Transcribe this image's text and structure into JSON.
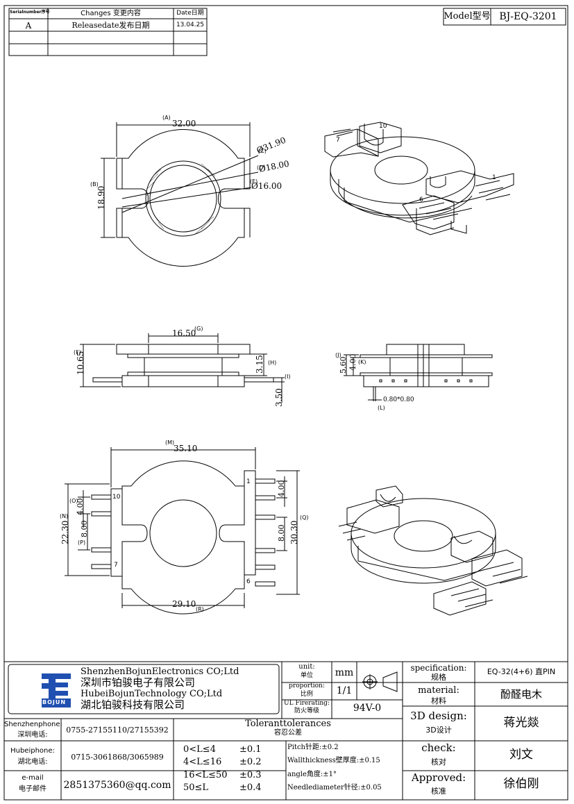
{
  "revision_table": {
    "headers": {
      "serial": "Serialnumber序号",
      "changes": "Changes 变更内容",
      "date": "Date日期"
    },
    "rows": [
      {
        "serial": "A",
        "changes": "Releasedate发布日期",
        "date": "13.04.25"
      },
      {
        "serial": "",
        "changes": "",
        "date": ""
      },
      {
        "serial": "",
        "changes": "",
        "date": ""
      }
    ]
  },
  "model": {
    "label": "Model型号",
    "value": "BJ-EQ-3201"
  },
  "dims_top": {
    "width_a": "32.00",
    "tag_a": "(A)",
    "dia_c": "Ø31.90",
    "tag_c": "(C)",
    "dia_d": "Ø18.00",
    "tag_d": "(D)",
    "dia_e": "Ø16.00",
    "tag_e": "(E)",
    "height_b": "18.90",
    "tag_b": "(B)"
  },
  "dims_side": {
    "g": "16.50",
    "tag_g": "(G)",
    "f": "10.65",
    "tag_f": "(F)",
    "h": "3.15",
    "tag_h": "(H)",
    "i": "3.50",
    "tag_i": "(I)"
  },
  "dims_end": {
    "j": "5.60",
    "tag_j": "(J)",
    "k": "4.00",
    "tag_k": "(K)",
    "l": "0.80*0.80",
    "tag_l": "(L)"
  },
  "dims_bottom": {
    "m": "35.10",
    "tag_m": "(M)",
    "n": "22.30",
    "tag_n": "(N)",
    "o": "4.00",
    "tag_o": "(O)",
    "p": "8.00",
    "tag_p": "(P)",
    "q": "30.30",
    "tag_q": "(Q)",
    "r": "29.10",
    "tag_r": "(R)",
    "right_pitch_top": "4.00",
    "right_pitch_mid": "8.00"
  },
  "pins": {
    "p1": "1",
    "p6": "6",
    "p7": "7",
    "p10": "10"
  },
  "company": {
    "logo_text": "BOJUN",
    "en1": "ShenzhenBojunElectronics CO;Ltd",
    "cn1": "深圳市铂骏电子有限公司",
    "en2": "HubeiBojunTechnology CO;Ltd",
    "cn2": "湖北铂骏科技有限公司"
  },
  "unit": {
    "label_en": "unit:",
    "label_cn": "单位",
    "value": "mm"
  },
  "proportion": {
    "label_en": "proportion:",
    "label_cn": "比例",
    "value": "1/1"
  },
  "ul": {
    "label_en": "UL Firerating:",
    "label_cn": "防火等级",
    "value": "94V-0"
  },
  "specification": {
    "label_en": "specification:",
    "label_cn": "规格",
    "value": "EQ-32(4+6) 直PIN"
  },
  "material": {
    "label_en": "material:",
    "label_cn": "材料",
    "value": "酚醛电木"
  },
  "design": {
    "label_en": "3D design:",
    "label_cn": "3D设计",
    "value": "蒋光燚"
  },
  "check": {
    "label_en": "check:",
    "label_cn": "核对",
    "value": "刘文"
  },
  "approved": {
    "label_en": "Approved:",
    "label_cn": "核准",
    "value": "徐伯刚"
  },
  "contacts": [
    {
      "label_en": "Shenzhenphone:",
      "label_cn": "深圳电话:",
      "value": "0755-27155110/27155392"
    },
    {
      "label_en": "Hubeiphone:",
      "label_cn": "湖北电话:",
      "value": "0715-3061868/3065989"
    },
    {
      "label_en": "e-mail",
      "label_cn": "电子邮件",
      "value": "2851375360@qq.com"
    }
  ],
  "tolerances": {
    "title_en": "Toleranttolerances",
    "title_cn": "容忍公差",
    "ranges": [
      {
        "range": "0<L≤4",
        "tol": "±0.1"
      },
      {
        "range": "4<L≤16",
        "tol": "±0.2"
      },
      {
        "range": "16<L≤50",
        "tol": "±0.3"
      },
      {
        "range": "50≤L",
        "tol": "±0.4"
      }
    ],
    "notes": [
      "Pitch针距:±0.2",
      "Wallthickness壁厚度:±0.15",
      "angle角度:±1°",
      "Needlediameter针径:±0.05"
    ]
  }
}
